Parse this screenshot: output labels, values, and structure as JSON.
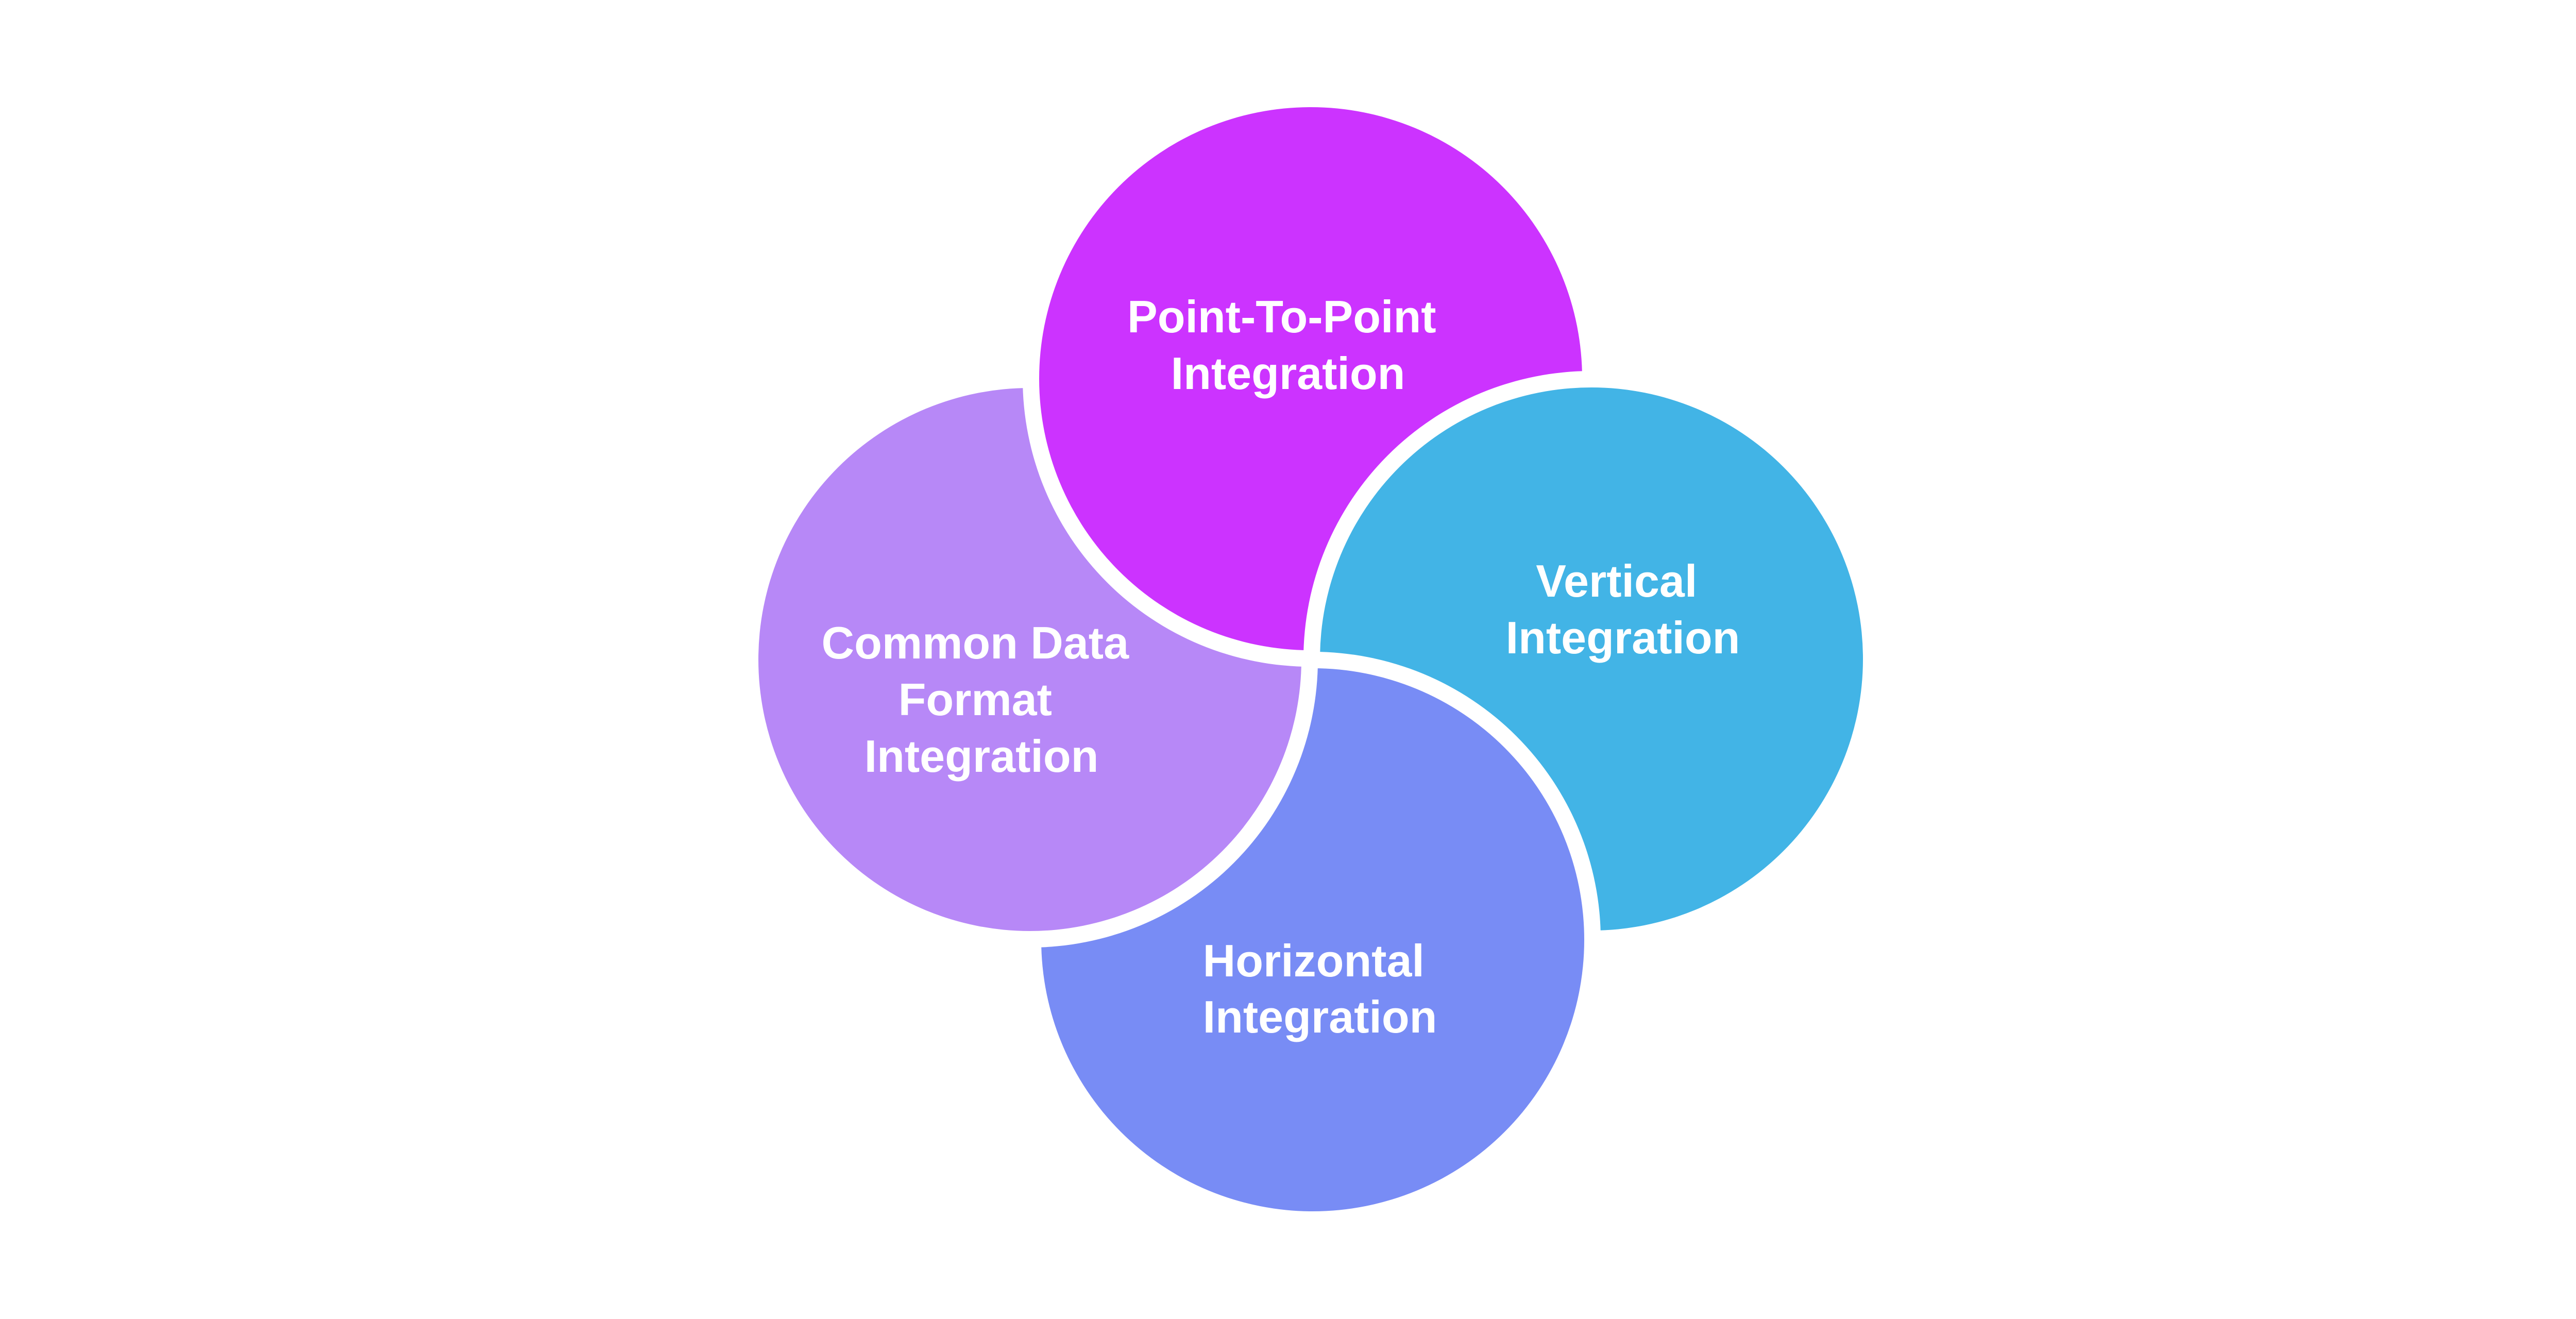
{
  "diagram": {
    "type": "interlocking-circles",
    "background": "#FFFFFF",
    "nodes": [
      {
        "id": "point-to-point",
        "label_lines": [
          "Point-To-Point",
          "Integration"
        ],
        "color": "#CC33FF",
        "position": "top"
      },
      {
        "id": "vertical",
        "label_lines": [
          "Vertical",
          "Integration"
        ],
        "color": "#42B4E6",
        "position": "right"
      },
      {
        "id": "horizontal",
        "label_lines": [
          "Horizontal",
          "Integration"
        ],
        "color": "#788CF5",
        "position": "bottom"
      },
      {
        "id": "common-data-format",
        "label_lines": [
          "Common Data",
          "Format",
          "Integration"
        ],
        "color": "#B788F7",
        "position": "left"
      }
    ],
    "text_color": "#FFFFFF"
  }
}
